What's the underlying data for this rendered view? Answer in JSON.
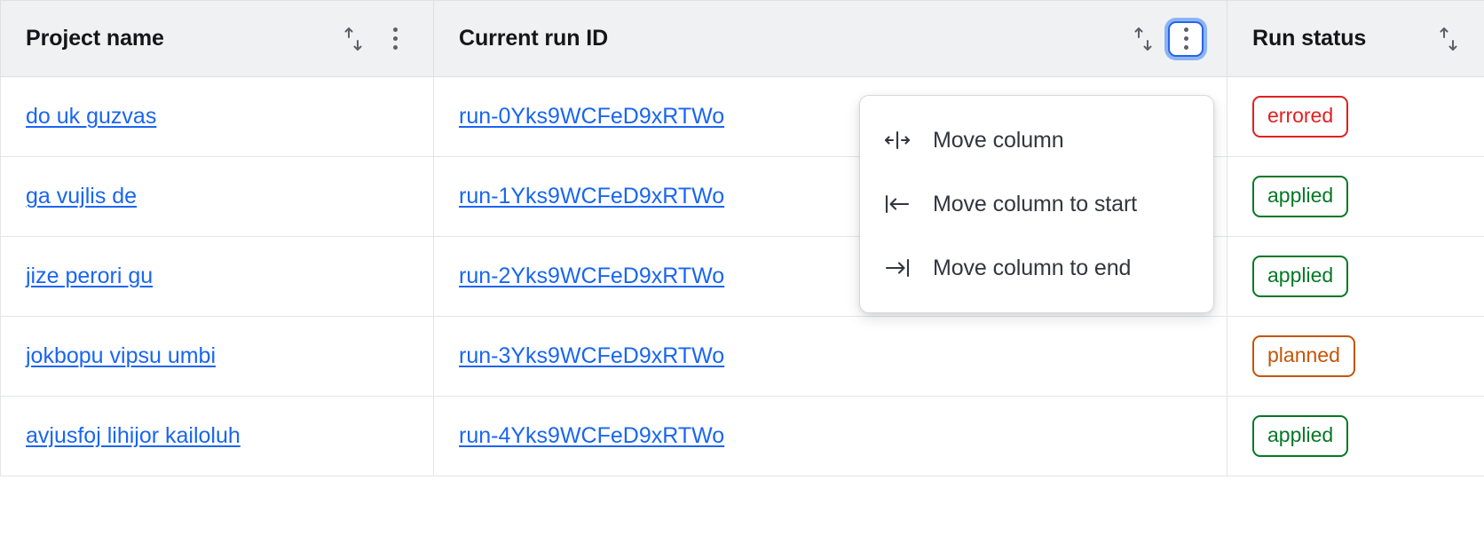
{
  "table": {
    "columns": [
      {
        "id": "project-name",
        "label": "Project name",
        "sortable": true,
        "has_menu": true,
        "menu_focused": false
      },
      {
        "id": "current-run-id",
        "label": "Current run ID",
        "sortable": true,
        "has_menu": true,
        "menu_focused": true
      },
      {
        "id": "run-status",
        "label": "Run status",
        "sortable": true,
        "has_menu": false,
        "menu_focused": false
      }
    ],
    "rows": [
      {
        "project": "do uk guzvas",
        "run_id": "run-0Yks9WCFeD9xRTWo",
        "status": "errored",
        "status_kind": "errored"
      },
      {
        "project": "ga vujlis de",
        "run_id": "run-1Yks9WCFeD9xRTWo",
        "status": "applied",
        "status_kind": "applied"
      },
      {
        "project": "jize perori gu",
        "run_id": "run-2Yks9WCFeD9xRTWo",
        "status": "applied",
        "status_kind": "applied"
      },
      {
        "project": "jokbopu vipsu umbi",
        "run_id": "run-3Yks9WCFeD9xRTWo",
        "status": "planned",
        "status_kind": "planned"
      },
      {
        "project": "avjusfoj lihijor kailoluh",
        "run_id": "run-4Yks9WCFeD9xRTWo",
        "status": "applied",
        "status_kind": "applied"
      }
    ]
  },
  "column_menu": {
    "open_for_column": "Current run ID",
    "items": [
      {
        "label": "Move column",
        "icon": "move-column-icon"
      },
      {
        "label": "Move column to start",
        "icon": "move-column-to-start-icon"
      },
      {
        "label": "Move column to end",
        "icon": "move-column-to-end-icon"
      }
    ]
  },
  "icons": {
    "sort": "sort-arrows-icon",
    "kebab": "kebab-menu-icon"
  },
  "colors": {
    "link": "#1a66f0",
    "header_bg": "#f0f1f3",
    "border": "#e3e4e7",
    "focus_ring": "#2563eb",
    "status_errored": "#e02020",
    "status_applied": "#047826",
    "status_planned": "#c45508"
  }
}
